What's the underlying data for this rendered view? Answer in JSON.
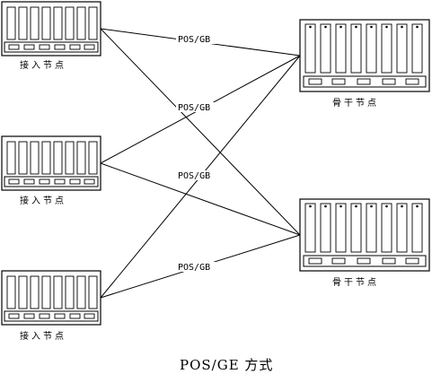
{
  "diagram": {
    "title": "POS/GE  方式",
    "link_labels": [
      "POS/GB",
      "POS/GB",
      "POS/GB",
      "POS/GB"
    ],
    "access_nodes": [
      {
        "label": "接入节点"
      },
      {
        "label": "接入节点"
      },
      {
        "label": "接入节点"
      }
    ],
    "backbone_nodes": [
      {
        "label": "骨干节点"
      },
      {
        "label": "骨干节点"
      }
    ]
  }
}
